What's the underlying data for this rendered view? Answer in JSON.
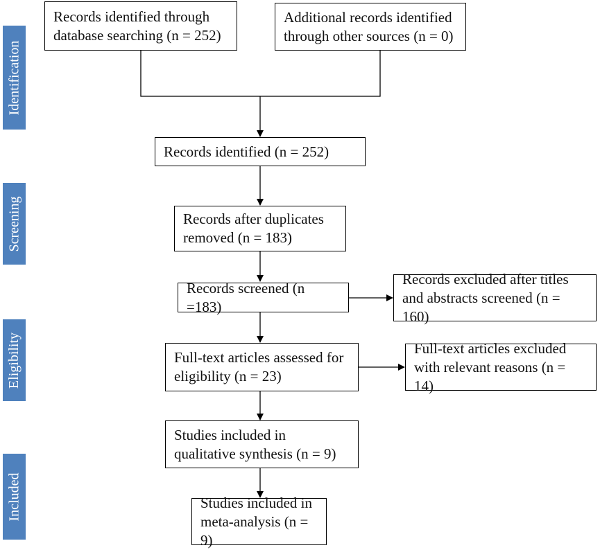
{
  "stages": {
    "identification": "Identification",
    "screening": "Screening",
    "eligibility": "Eligibility",
    "included": "Included"
  },
  "boxes": {
    "database_search": "Records identified through\ndatabase searching (n = 252)",
    "other_sources": "Additional records identified\nthrough other sources (n = 0)",
    "records_identified": "Records identified (n = 252)",
    "after_duplicates": "Records after duplicates\nremoved (n = 183)",
    "screened": "Records screened (n =183)",
    "excluded_titles": "Records excluded after titles\nand abstracts screened (n = 160)",
    "fulltext_assessed": "Full-text articles assessed for\neligibility (n = 23)",
    "fulltext_excluded": "Full-text articles excluded\nwith relevant reasons (n = 14)",
    "qualitative": "Studies included in\nqualitative synthesis (n = 9)",
    "meta_analysis": "Studies included in\nmeta-analysis (n = 9)"
  },
  "colors": {
    "stage_fill": "#4f81bd",
    "stage_text": "#ffffff",
    "box_border": "#000000",
    "connector": "#000000"
  }
}
